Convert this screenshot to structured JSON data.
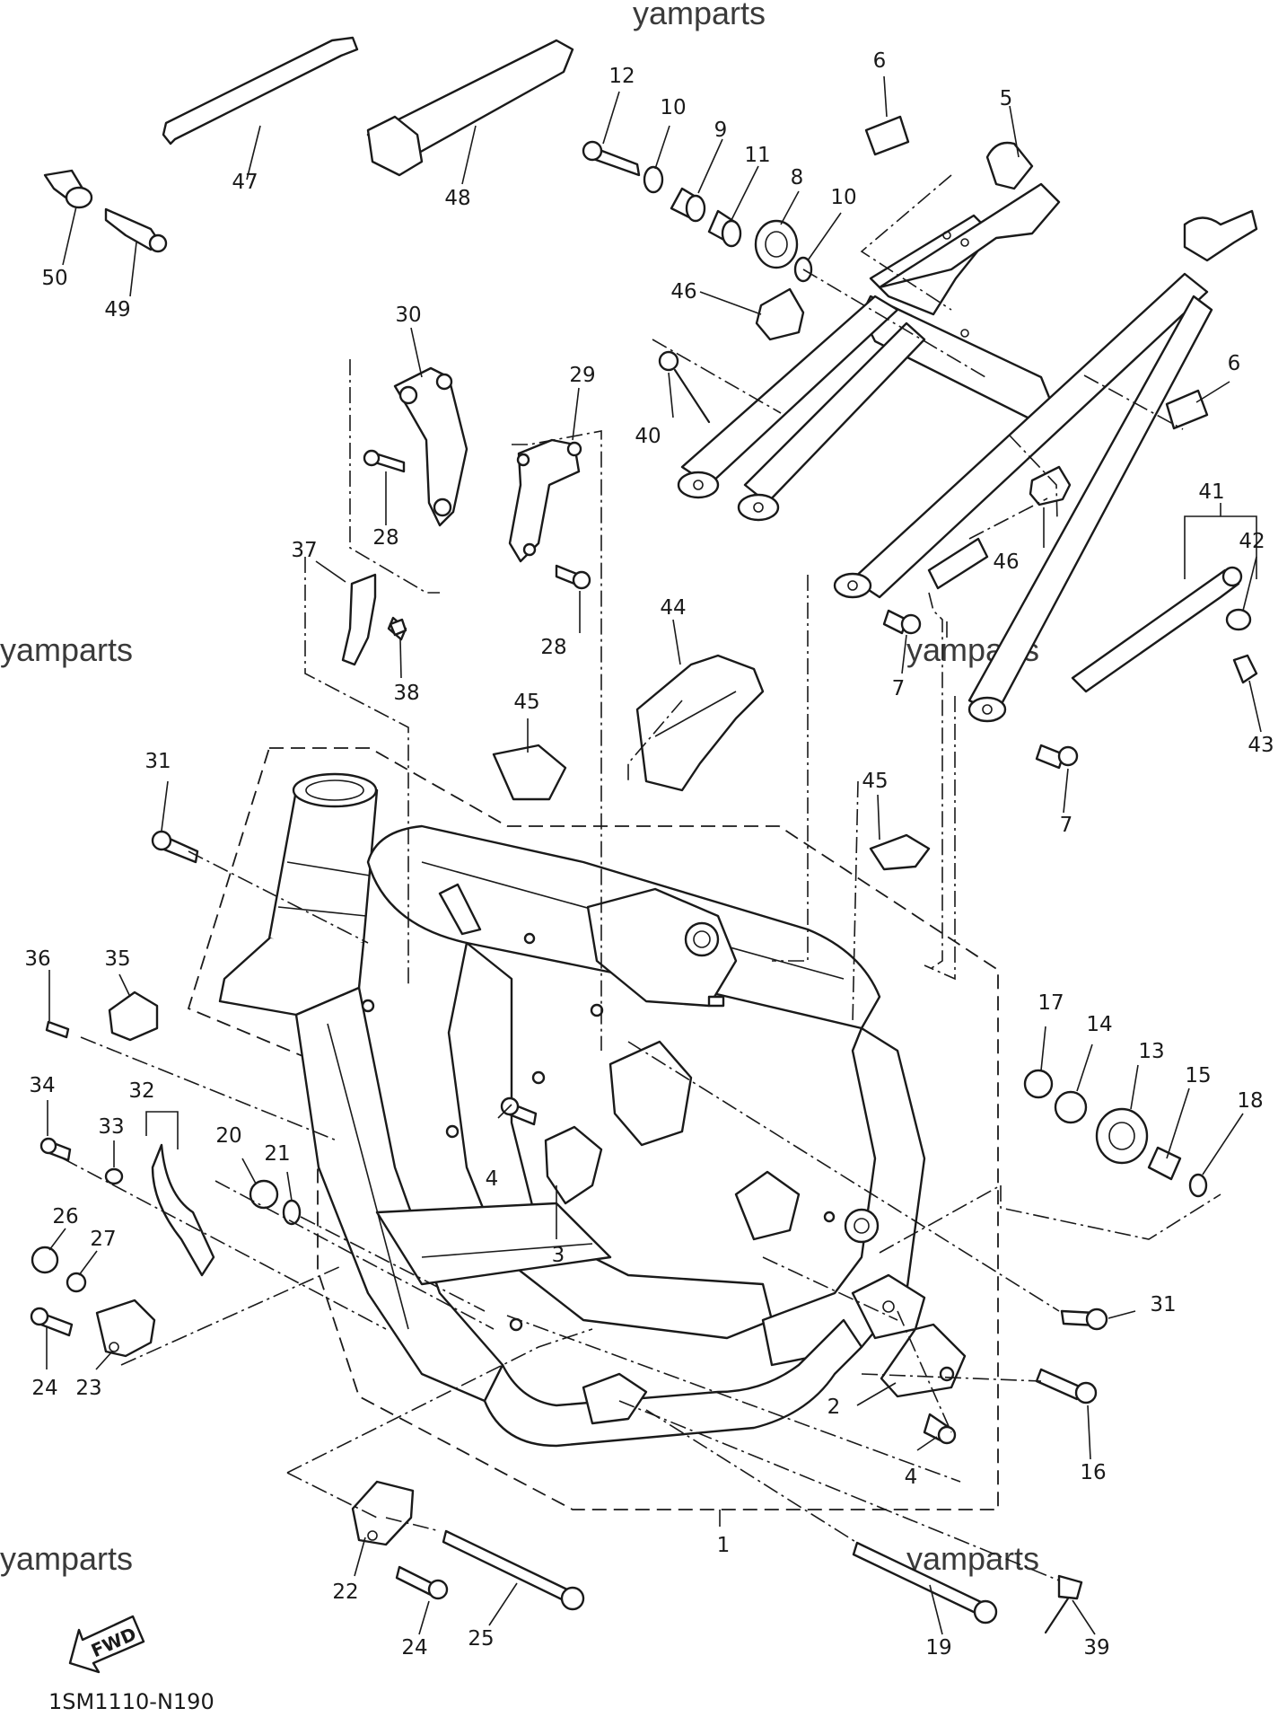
{
  "watermarks": [
    "yamparts",
    "yamparts",
    "yamparts",
    "yamparts",
    "yamparts"
  ],
  "diagram_code": "1SM1110-N190",
  "fwd_label": "FWD",
  "callouts": [
    "1",
    "2",
    "3",
    "4",
    "4",
    "5",
    "6",
    "6",
    "7",
    "7",
    "8",
    "9",
    "10",
    "10",
    "11",
    "12",
    "13",
    "14",
    "15",
    "16",
    "17",
    "18",
    "19",
    "20",
    "21",
    "22",
    "23",
    "24",
    "24",
    "25",
    "26",
    "27",
    "28",
    "28",
    "29",
    "30",
    "31",
    "31",
    "32",
    "33",
    "34",
    "35",
    "36",
    "37",
    "38",
    "39",
    "40",
    "41",
    "42",
    "43",
    "44",
    "45",
    "45",
    "46",
    "46",
    "47",
    "48",
    "49",
    "50"
  ]
}
